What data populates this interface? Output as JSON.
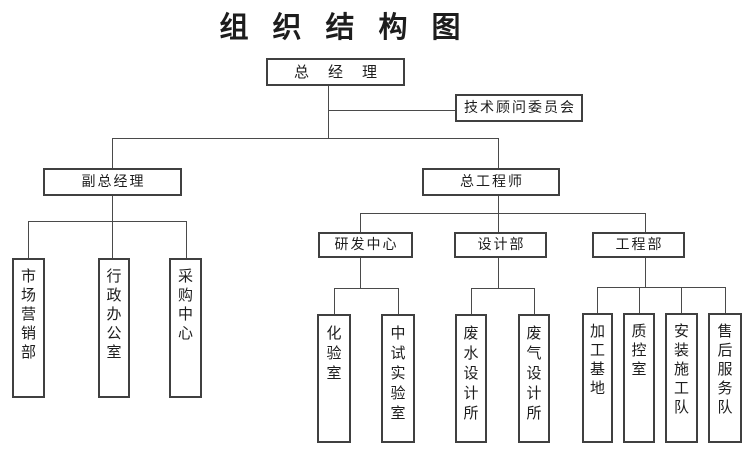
{
  "page": {
    "title": "组织结构图",
    "background_color": "#ffffff",
    "line_color": "#4a4a4a",
    "box_border_color": "#404040",
    "text_color": "#1d1d1d"
  },
  "org": {
    "level1": {
      "general_manager": "总经理"
    },
    "advisory": {
      "tech_advisory_committee": "技术顾问委员会"
    },
    "level2": {
      "deputy_gm": "副总经理",
      "chief_engineer": "总工程师"
    },
    "level3": {
      "rd_center": "研发中心",
      "design_dept": "设计部",
      "engineering_dept": "工程部"
    },
    "deputy_children": {
      "marketing_dept": "市场营销部",
      "admin_office": "行政办公室",
      "purchasing_center": "采购中心"
    },
    "rd_children": {
      "chem_lab": "化验室",
      "pilot_test_lab": "中试实验室"
    },
    "design_children": {
      "wastewater_design_institute": "废水设计所",
      "waste_gas_design_institute": "废气设计所"
    },
    "engineering_children": {
      "processing_base": "加工基地",
      "quality_control_room": "质控室",
      "installation_team": "安装施工队",
      "after_sales_team": "售后服务队"
    }
  }
}
